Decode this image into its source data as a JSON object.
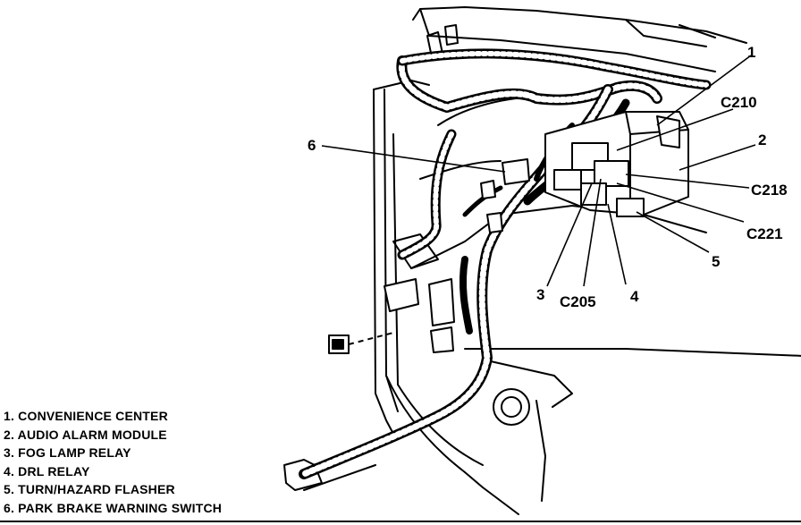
{
  "callouts": {
    "c1": "1",
    "c2": "2",
    "c3": "3",
    "c4": "4",
    "c5": "5",
    "c6": "6",
    "c210": "C210",
    "c218": "C218",
    "c221": "C221",
    "c205": "C205"
  },
  "legend": [
    {
      "text": "1. CONVENIENCE CENTER"
    },
    {
      "text": "2. AUDIO ALARM MODULE"
    },
    {
      "text": "3. FOG LAMP RELAY"
    },
    {
      "text": "4. DRL RELAY"
    },
    {
      "text": "5. TURN/HAZARD FLASHER"
    },
    {
      "text": "6. PARK BRAKE WARNING SWITCH"
    }
  ]
}
